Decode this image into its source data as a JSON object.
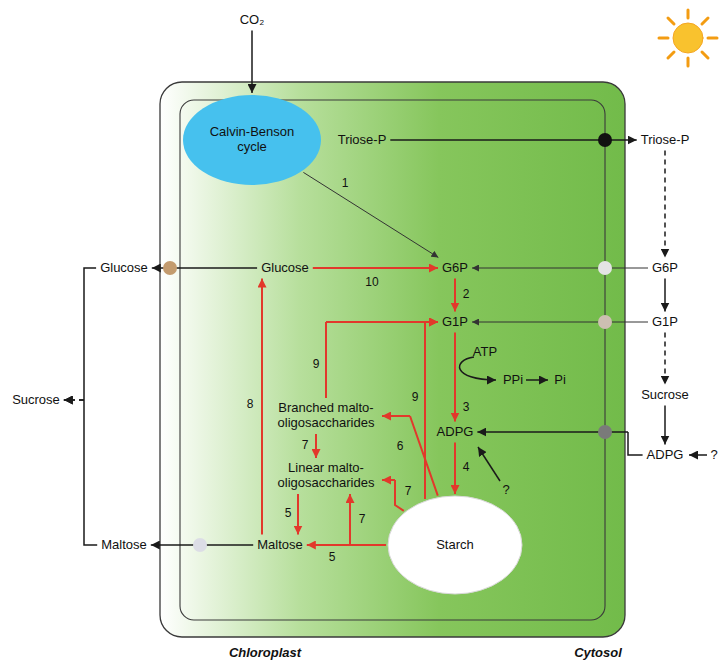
{
  "diagram": {
    "nodes": [
      {
        "text": [
          "Chloroplast"
        ]
      },
      {
        "text": [
          "Calvin-Benson cycle"
        ],
        "in": 0
      },
      {
        "text": [
          "Triose-P"
        ],
        "in": 0
      },
      {
        "text": [
          "Glucose"
        ],
        "in": 0
      },
      {
        "text": [
          "G6P"
        ],
        "in": 0
      },
      {
        "text": [
          "G1P"
        ],
        "in": 0
      },
      {
        "text": [
          "ADPG"
        ],
        "in": 0
      },
      {
        "text": [
          "Branched malto-oligosaccharides"
        ],
        "in": 0
      },
      {
        "text": [
          "Linear malto-oligosaccharides"
        ],
        "in": 0
      },
      {
        "text": [
          "Maltose"
        ],
        "in": 0
      },
      {
        "text": [
          "Starch"
        ],
        "in": 0
      },
      {
        "text": [
          "CO₂"
        ]
      },
      {
        "text": [
          "Triose-P"
        ]
      },
      {
        "text": [
          "G6P"
        ]
      },
      {
        "text": [
          "G1P"
        ]
      },
      {
        "text": [
          "Sucrose"
        ]
      },
      {
        "text": [
          "ADPG"
        ]
      },
      {
        "text": [
          "Glucose"
        ]
      },
      {
        "text": [
          "Maltose"
        ]
      },
      {
        "text": [
          "Sucrose"
        ]
      }
    ],
    "edges": [
      {
        "from": 11,
        "to": 1,
        "arrow": "to"
      },
      {
        "from": 1,
        "to": 4,
        "arrow": "to",
        "label": "1"
      },
      {
        "from": 4,
        "to": 5,
        "arrow": "to",
        "label": "2"
      },
      {
        "from": 5,
        "to": 6,
        "arrow": "to",
        "label": "3"
      },
      {
        "from": 6,
        "to": 10,
        "arrow": "to",
        "label": "4"
      },
      {
        "from": 10,
        "to": 9,
        "arrow": "to",
        "label": "5"
      },
      {
        "from": 8,
        "to": 9,
        "arrow": "to",
        "label": "5"
      },
      {
        "from": 10,
        "to": 7,
        "arrow": "to",
        "label": "6"
      },
      {
        "from": 7,
        "to": 8,
        "arrow": "to",
        "label": "7"
      },
      {
        "from": 10,
        "to": 8,
        "arrow": "to",
        "label": "7"
      },
      {
        "from": 10,
        "to": 8,
        "arrow": "to",
        "label": "7"
      },
      {
        "from": 9,
        "to": 3,
        "arrow": "to",
        "label": "8"
      },
      {
        "from": 7,
        "to": 5,
        "arrow": "to",
        "label": "9"
      },
      {
        "from": 10,
        "to": 5,
        "arrow": "to",
        "label": "9"
      },
      {
        "from": 3,
        "to": 4,
        "arrow": "to",
        "label": "10"
      },
      {
        "from": 2,
        "to": 12,
        "arrow": "to"
      },
      {
        "from": 13,
        "to": 4,
        "arrow": "to"
      },
      {
        "from": 14,
        "to": 5,
        "arrow": "to"
      },
      {
        "from": 16,
        "to": 6,
        "arrow": "to"
      },
      {
        "from": 3,
        "to": 17,
        "arrow": "to"
      },
      {
        "from": 9,
        "to": 18,
        "arrow": "to"
      },
      {
        "from": 17,
        "to": 19,
        "arrow": "to"
      },
      {
        "from": 18,
        "to": 19,
        "arrow": "to"
      },
      {
        "from": 12,
        "to": 13,
        "arrow": "to"
      },
      {
        "from": 13,
        "to": 14,
        "arrow": "to"
      },
      {
        "from": 14,
        "to": 15,
        "arrow": "to"
      },
      {
        "from": 15,
        "to": 16,
        "arrow": "to"
      }
    ],
    "labels": [
      "ATP",
      "PPi",
      "Pi",
      "?",
      "?",
      "Cytosol"
    ]
  }
}
